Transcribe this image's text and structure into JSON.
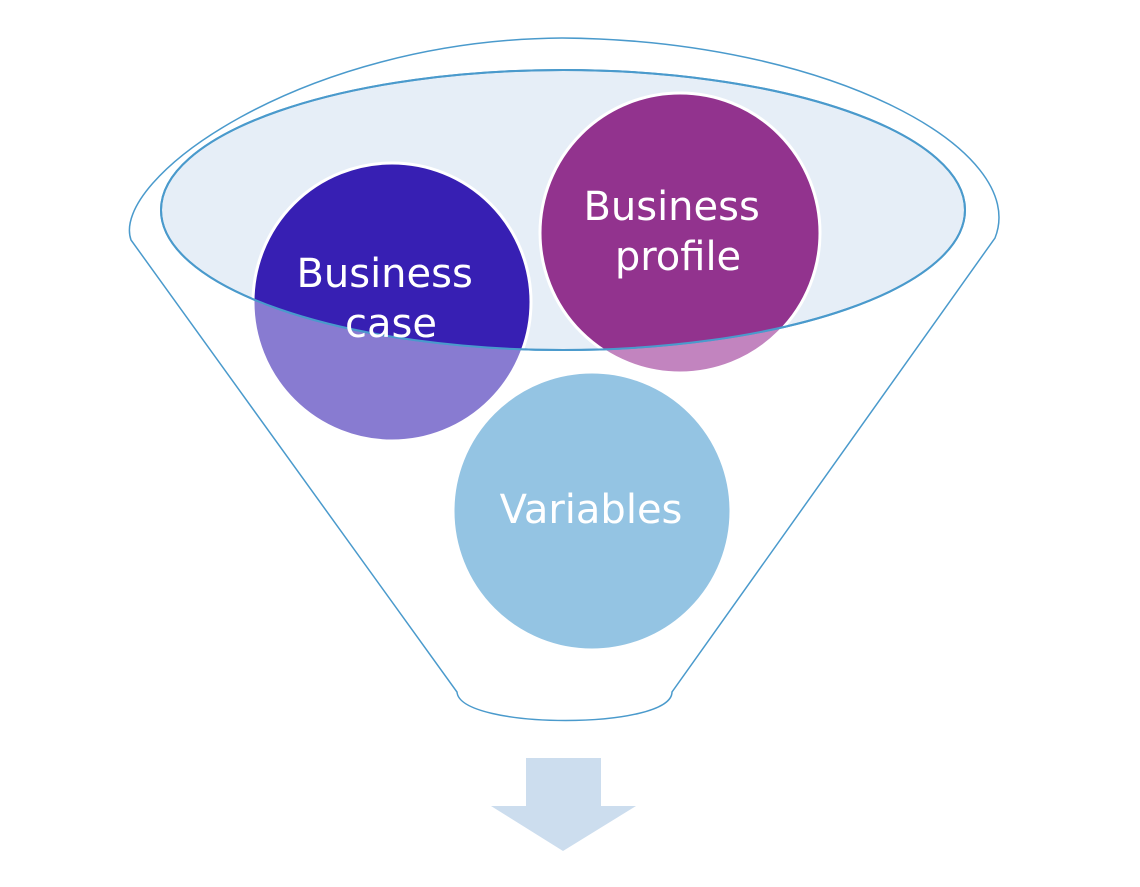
{
  "diagram": {
    "type": "funnel",
    "circles": [
      {
        "id": "business-case",
        "lines": [
          "Business",
          "case"
        ],
        "color": "#371FB3",
        "tint": "#887BD1"
      },
      {
        "id": "business-profile",
        "lines": [
          "Business",
          "profile"
        ],
        "color": "#92338E",
        "tint": "#C284BF"
      },
      {
        "id": "variables",
        "lines": [
          "Variables"
        ],
        "color": "#94C4E3"
      }
    ],
    "colors": {
      "funnel_outline": "#4A9ACC",
      "funnel_rim_fill": "#E6EEF7",
      "arrow": "#CCDDEE",
      "background": "#FFFFFF"
    }
  }
}
